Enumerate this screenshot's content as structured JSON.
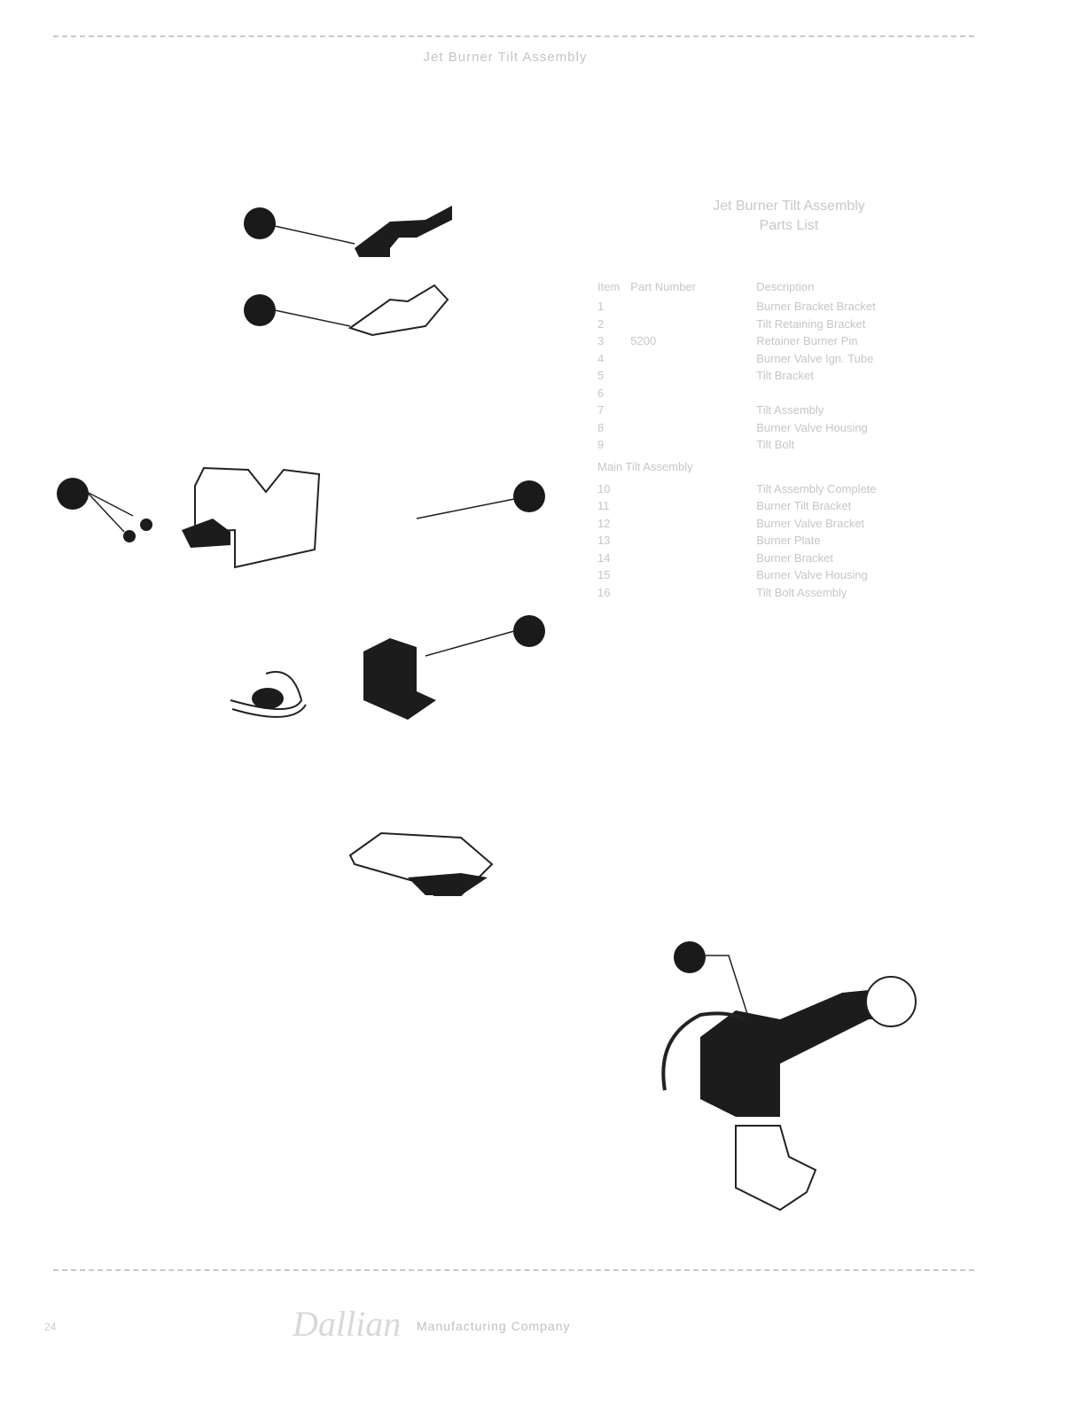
{
  "header": {
    "title": "Jet Burner Tilt Assembly"
  },
  "parts_title": {
    "line1": "Jet Burner Tilt Assembly",
    "line2": "Parts List"
  },
  "table": {
    "columns": [
      "Item",
      "Part Number",
      "Description"
    ],
    "rows": [
      {
        "item": "1",
        "part": "",
        "desc": "Burner Bracket Bracket"
      },
      {
        "item": "2",
        "part": "",
        "desc": "Tilt Retaining Bracket"
      },
      {
        "item": "3",
        "part": "5200",
        "desc": "Retainer Burner Pin"
      },
      {
        "item": "4",
        "part": "",
        "desc": "Burner Valve Ign. Tube"
      },
      {
        "item": "5",
        "part": "",
        "desc": "Tilt Bracket"
      },
      {
        "item": "6",
        "part": "",
        "desc": ""
      },
      {
        "item": "7",
        "part": "",
        "desc": "Tilt Assembly"
      },
      {
        "item": "8",
        "part": "",
        "desc": "Burner Valve Housing"
      },
      {
        "item": "9",
        "part": "",
        "desc": "Tilt Bolt"
      }
    ],
    "section": "Main Tilt Assembly",
    "rows2": [
      {
        "item": "10",
        "part": "",
        "desc": "Tilt Assembly Complete"
      },
      {
        "item": "11",
        "part": "",
        "desc": "Burner Tilt Bracket"
      },
      {
        "item": "12",
        "part": "",
        "desc": "Burner Valve Bracket"
      },
      {
        "item": "13",
        "part": "",
        "desc": "Burner Plate"
      },
      {
        "item": "14",
        "part": "",
        "desc": "Burner Bracket"
      },
      {
        "item": "15",
        "part": "",
        "desc": "Burner Valve Housing"
      },
      {
        "item": "16",
        "part": "",
        "desc": "Tilt Bolt Assembly"
      }
    ]
  },
  "footer": {
    "logo": "Dallian",
    "company": "Manufacturing Company",
    "page": "24"
  }
}
